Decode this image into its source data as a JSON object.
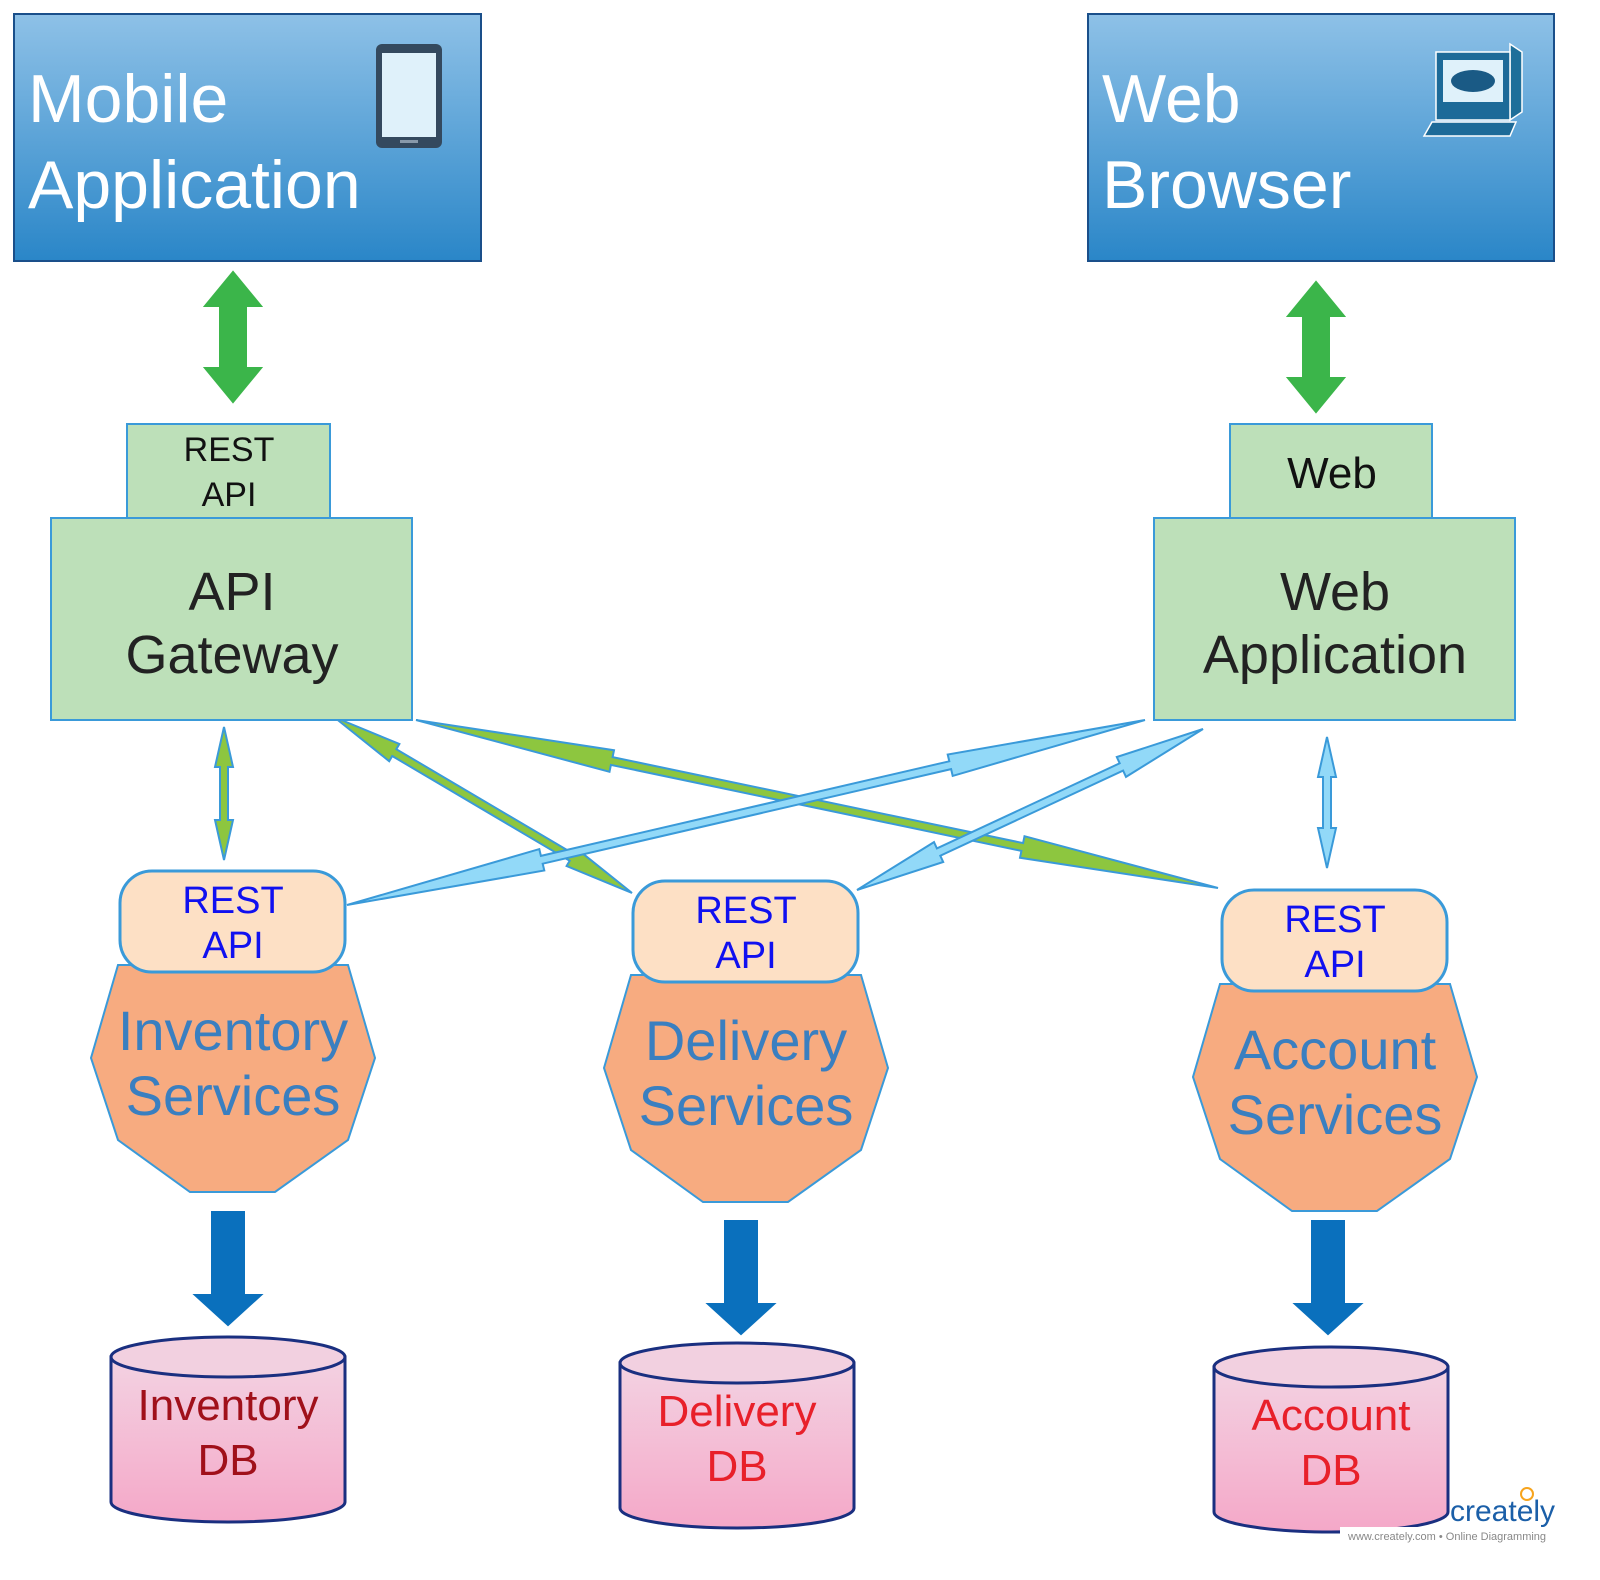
{
  "clients": {
    "mobile": {
      "line1": "Mobile",
      "line2": "Application",
      "icon": "tablet-icon"
    },
    "browser": {
      "line1": "Web",
      "line2": "Browser",
      "icon": "computer-icon"
    }
  },
  "gateway": {
    "tab_line1": "REST",
    "tab_line2": "API",
    "line1": "API",
    "line2": "Gateway"
  },
  "webapp": {
    "tab": "Web",
    "line1": "Web",
    "line2": "Application"
  },
  "services": [
    {
      "rest1": "REST",
      "rest2": "API",
      "line1": "Inventory",
      "line2": "Services",
      "db1": "Inventory",
      "db2": "DB"
    },
    {
      "rest1": "REST",
      "rest2": "API",
      "line1": "Delivery",
      "line2": "Services",
      "db1": "Delivery",
      "db2": "DB"
    },
    {
      "rest1": "REST",
      "rest2": "API",
      "line1": "Account",
      "line2": "Services",
      "db1": "Account",
      "db2": "DB"
    }
  ],
  "watermark": {
    "brand": "creately",
    "tagline": "www.creately.com • Online Diagramming"
  },
  "colors": {
    "client_box": "#3d91d0",
    "green_box": "#bde0b9",
    "rest_pill": "#fde0c5",
    "service": "#f7ab80",
    "db": "#f4b0cc",
    "green_arrow": "#3bb54a",
    "blue_arrow": "#0a70bd",
    "light_arrow": "#92d9f8",
    "lime_arrow": "#8dc63f"
  }
}
